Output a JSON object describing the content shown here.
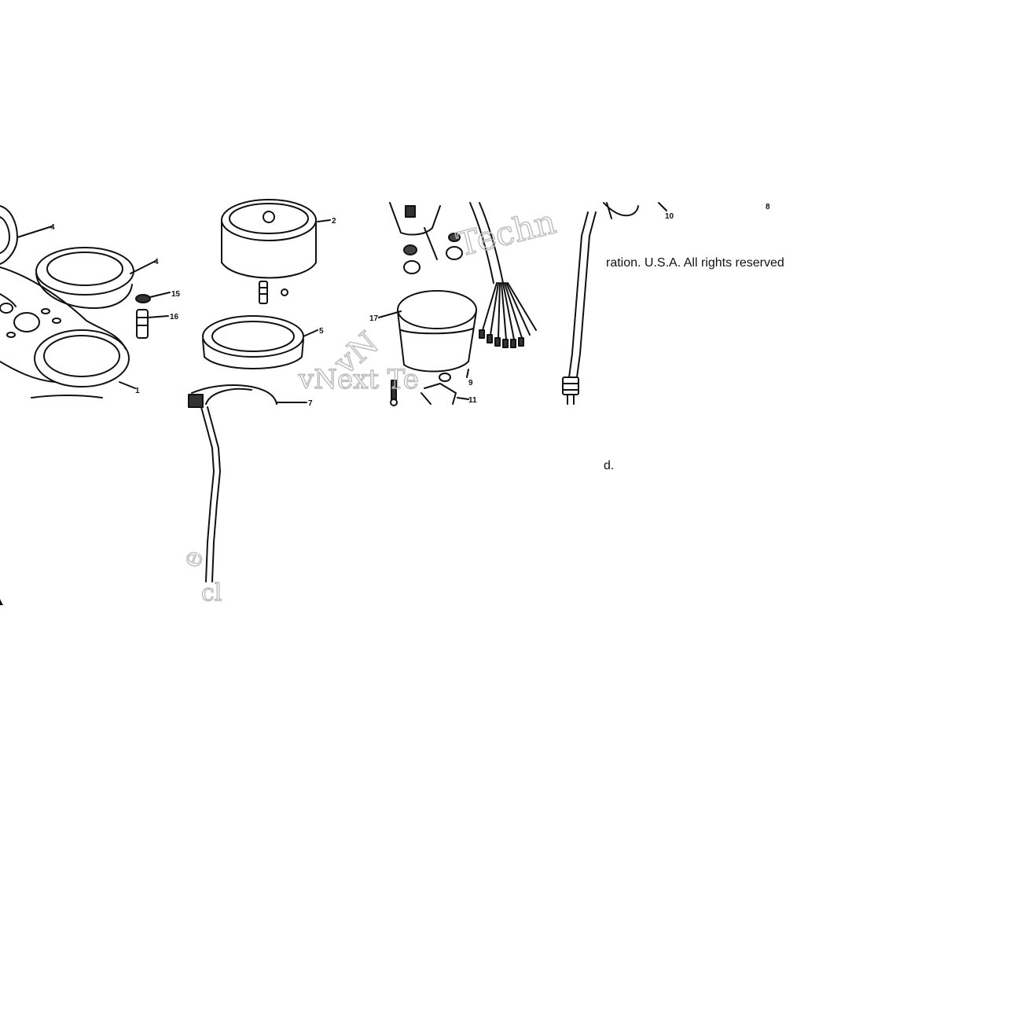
{
  "diagram": {
    "callouts": [
      {
        "id": "c4a",
        "label": "4"
      },
      {
        "id": "c4b",
        "label": "4"
      },
      {
        "id": "c15",
        "label": "15"
      },
      {
        "id": "c16",
        "label": "16"
      },
      {
        "id": "c1",
        "label": "1"
      },
      {
        "id": "c2",
        "label": "2"
      },
      {
        "id": "c5",
        "label": "5"
      },
      {
        "id": "c7",
        "label": "7"
      },
      {
        "id": "c17",
        "label": "17"
      },
      {
        "id": "c9",
        "label": "9"
      },
      {
        "id": "c11",
        "label": "11"
      },
      {
        "id": "c10",
        "label": "10"
      },
      {
        "id": "c8",
        "label": "8"
      }
    ],
    "copyright_line_1": "ration. U.S.A. All rights reserved",
    "copyright_line_2": "d.",
    "watermarks": [
      {
        "id": "w1",
        "text": "vNext Te"
      },
      {
        "id": "w2",
        "text": "Techn"
      },
      {
        "id": "w3",
        "text": "vN"
      },
      {
        "id": "w4",
        "text": "e"
      },
      {
        "id": "w5",
        "text": "cl"
      }
    ]
  }
}
